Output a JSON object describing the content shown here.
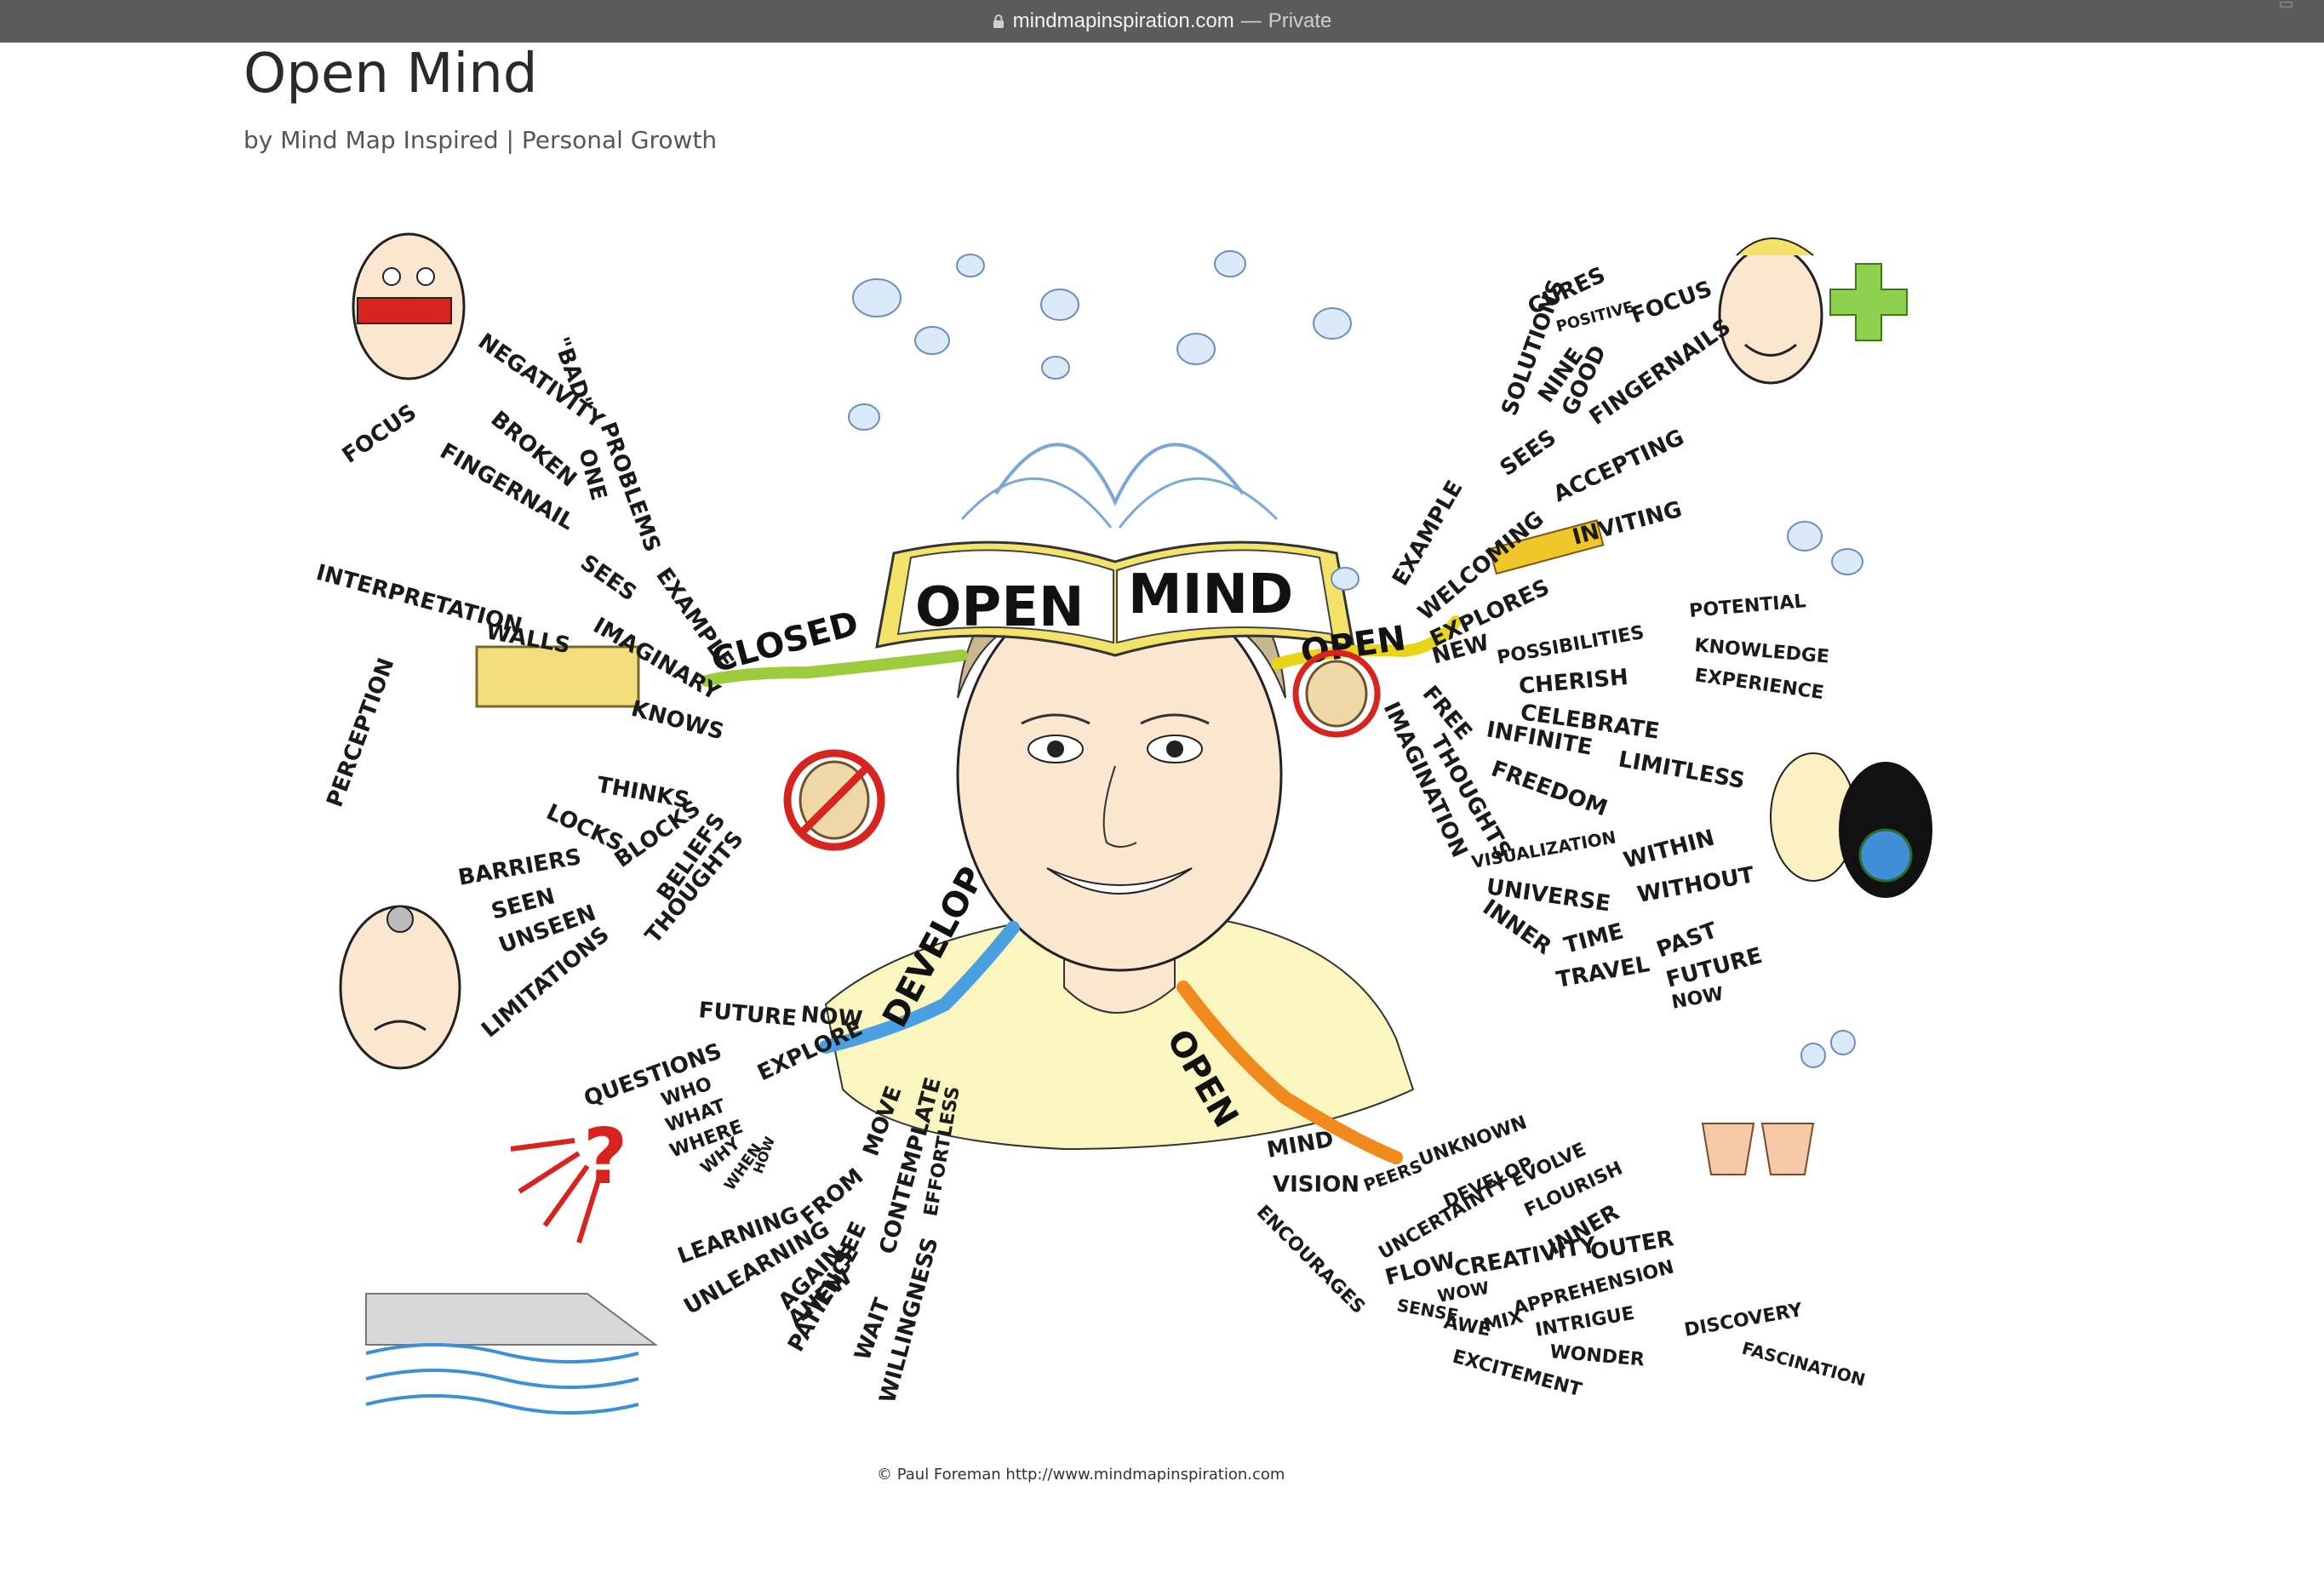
{
  "browser": {
    "url": "mindmapinspiration.com",
    "separator": "—",
    "mode": "Private"
  },
  "page": {
    "title": "Open Mind",
    "byline_prefix": "by",
    "author": "Mind Map Inspired",
    "divider": "|",
    "category": "Personal Growth"
  },
  "mindmap": {
    "center_left": "OPEN",
    "center_right": "MIND",
    "branch_closed": "CLOSED",
    "branch_open": "OPEN",
    "branch_develop": "DEVELOP",
    "branch_open2": "OPEN",
    "closed_words": [
      "NEGATIVITY",
      "\"BAD\"",
      "PROBLEMS",
      "ONE",
      "FOCUS",
      "BROKEN",
      "FINGERNAIL",
      "SEES",
      "EXAMPLE",
      "INTERPRETATION",
      "PERCEPTION",
      "WALLS",
      "IMAGINARY",
      "KNOWS",
      "THINKS",
      "LOCKS",
      "BARRIERS",
      "BLOCKS",
      "BELIEFS",
      "THOUGHTS",
      "SEEN",
      "UNSEEN",
      "LIMITATIONS"
    ],
    "open_words": [
      "SOLUTIONS",
      "CURES",
      "POSITIVE",
      "FOCUS",
      "NINE",
      "GOOD",
      "FINGERNAILS",
      "SEES",
      "EXAMPLE",
      "ACCEPTING",
      "WELCOMING",
      "INVITING",
      "EXPLORES",
      "NEW",
      "POSSIBILITIES",
      "POTENTIAL",
      "KNOWLEDGE",
      "EXPERIENCE",
      "CHERISH",
      "CELEBRATE",
      "FREE",
      "INFINITE",
      "LIMITLESS",
      "FREEDOM",
      "THOUGHTS",
      "IMAGINATION",
      "VISUALIZATION",
      "WITHIN",
      "UNIVERSE",
      "WITHOUT",
      "INNER",
      "TIME",
      "TRAVEL",
      "PAST",
      "FUTURE",
      "NOW"
    ],
    "develop_words": [
      "FUTURE",
      "NOW",
      "QUESTIONS",
      "EXPLORE",
      "WHO",
      "WHAT",
      "WHERE",
      "WHY",
      "WHEN",
      "HOW",
      "MOVE",
      "LEARNING",
      "FROM",
      "UNLEARNING",
      "AGAIN",
      "SEE",
      "ANEW",
      "CONTEMPLATE",
      "EFFORTLESS",
      "PATIENCE",
      "WAIT",
      "WILLINGNESS"
    ],
    "open2_words": [
      "MIND",
      "VISION",
      "PEERS",
      "UNKNOWN",
      "ENCOURAGES",
      "UNCERTAINTY",
      "DEVELOP",
      "EVOLVE",
      "FLOURISH",
      "FLOW",
      "CREATIVITY",
      "INNER",
      "OUTER",
      "SENSE",
      "WOW",
      "AWE",
      "MIX",
      "APPREHENSION",
      "INTRIGUE",
      "WONDER",
      "DISCOVERY",
      "EXCITEMENT",
      "FASCINATION"
    ],
    "copyright": "© Paul Foreman http://www.mindmapinspiration.com"
  },
  "colors": {
    "topbar": "#5b5b5b",
    "closed_branch": "#9ccc3c",
    "open_branch": "#e8d51a",
    "develop_branch": "#4a9fe0",
    "open2_branch": "#f08a1c",
    "shirt": "#fbf6bf",
    "skin": "#fbe6cf",
    "hair": "#c9b78f",
    "book": "#f4e36a",
    "red": "#d8241e"
  }
}
